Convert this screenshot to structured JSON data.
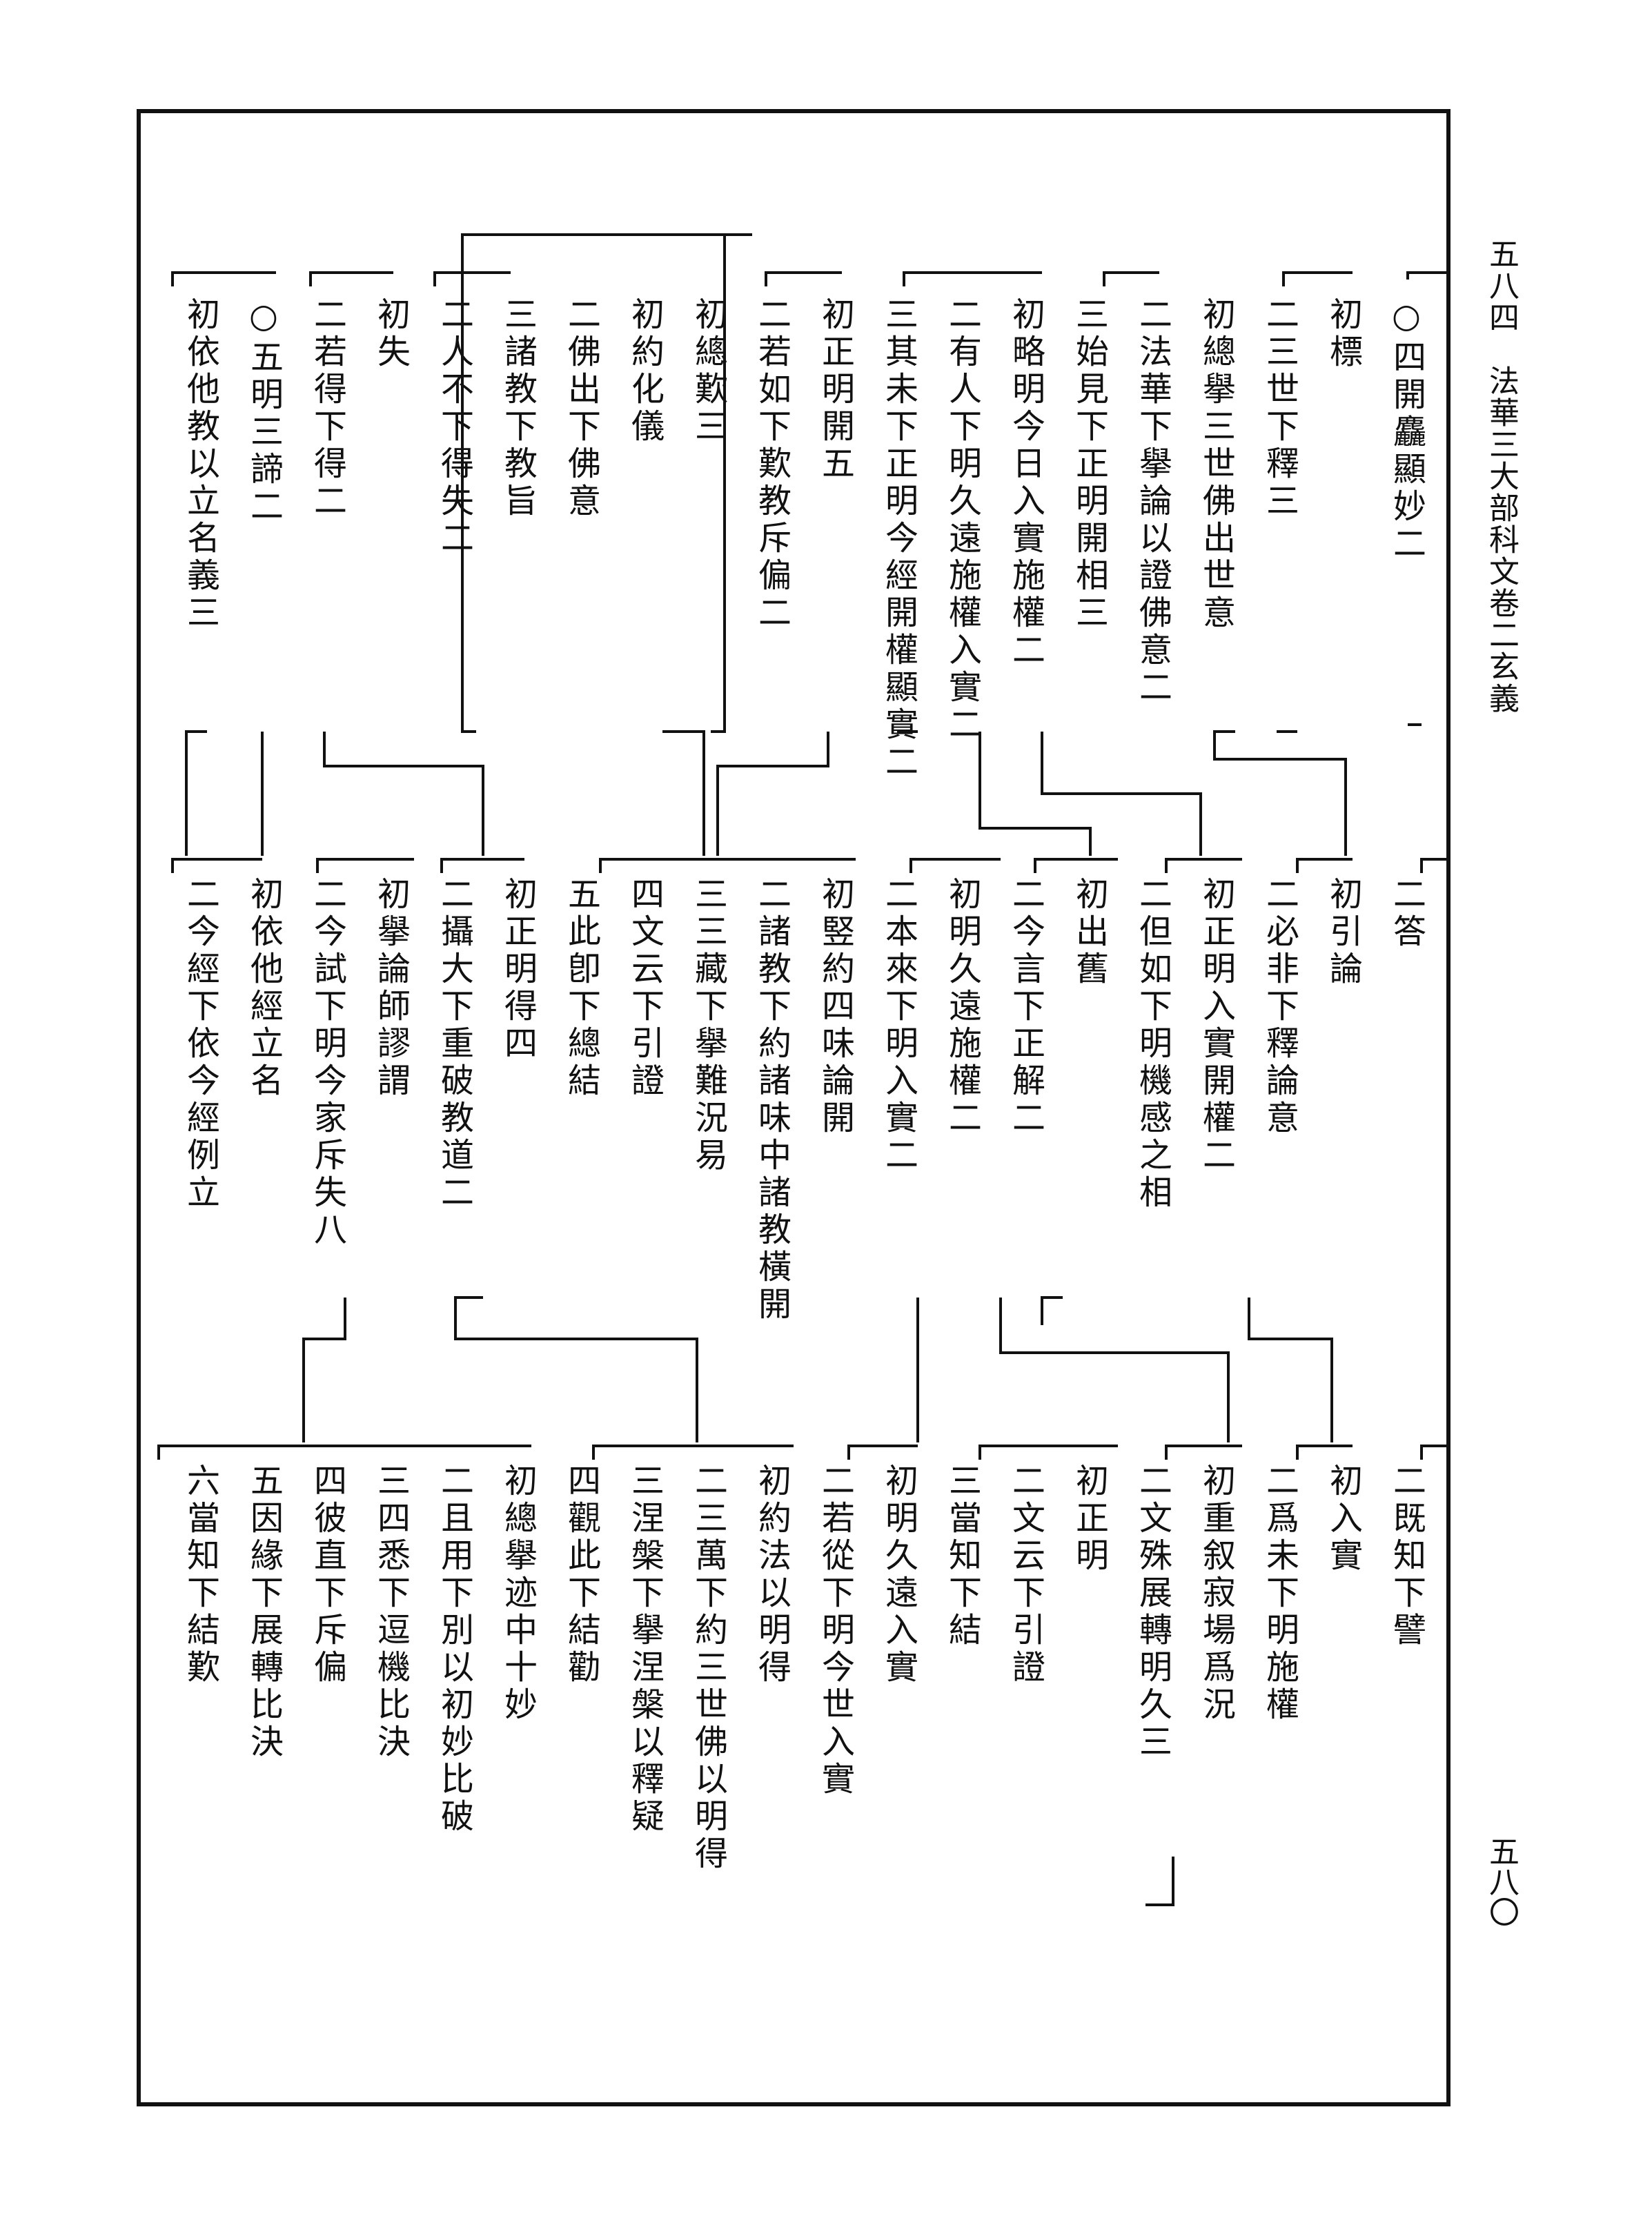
{
  "header": {
    "running_title": "五八四　法華三大部科文卷二玄義",
    "folio": "五八〇"
  },
  "row1": [
    "○四開麤顯妙二",
    "初標",
    "二三世下釋三",
    "初總擧三世佛出世意",
    "二法華下擧論以證佛意二",
    "三始見下正明開相三",
    "初略明今日入實施權二",
    "二有人下明久遠施權入實二",
    "三其未下正明今經開權顯實二",
    "初正明開五",
    "二若如下歎教斥偏二",
    "初總歎三",
    "初約化儀",
    "二佛出下佛意",
    "三諸教下教旨",
    "二人不下得失二",
    "初失",
    "二若得下得二",
    "○五明三諦二",
    "初依他教以立名義三"
  ],
  "row2": [
    "二答",
    "初引論",
    "二必非下釋論意",
    "初正明入實開權二",
    "二但如下明機感之相",
    "初出舊",
    "二今言下正解二",
    "初明久遠施權二",
    "二本來下明入實二",
    "初竪約四味論開",
    "二諸教下約諸味中諸教橫開",
    "三三藏下擧難況易",
    "四文云下引證",
    "五此卽下總結",
    "初正明得四",
    "二攝大下重破教道二",
    "初擧論師謬謂",
    "二今試下明今家斥失八",
    "初依他經立名",
    "二今經下依今經例立"
  ],
  "row3": [
    "二既知下譬",
    "初入實",
    "二爲未下明施權",
    "初重叙寂場爲況",
    "二文殊展轉明久三",
    "初正明",
    "二文云下引證",
    "三當知下結",
    "初明久遠入實",
    "二若從下明今世入實",
    "初約法以明得",
    "二三萬下約三世佛以明得",
    "三涅槃下擧涅槃以釋疑",
    "四觀此下結勸",
    "初總擧迹中十妙",
    "二且用下別以初妙比破",
    "三四悉下逗機比決",
    "四彼直下斥偏",
    "五因緣下展轉比決",
    "六當知下結歎"
  ]
}
